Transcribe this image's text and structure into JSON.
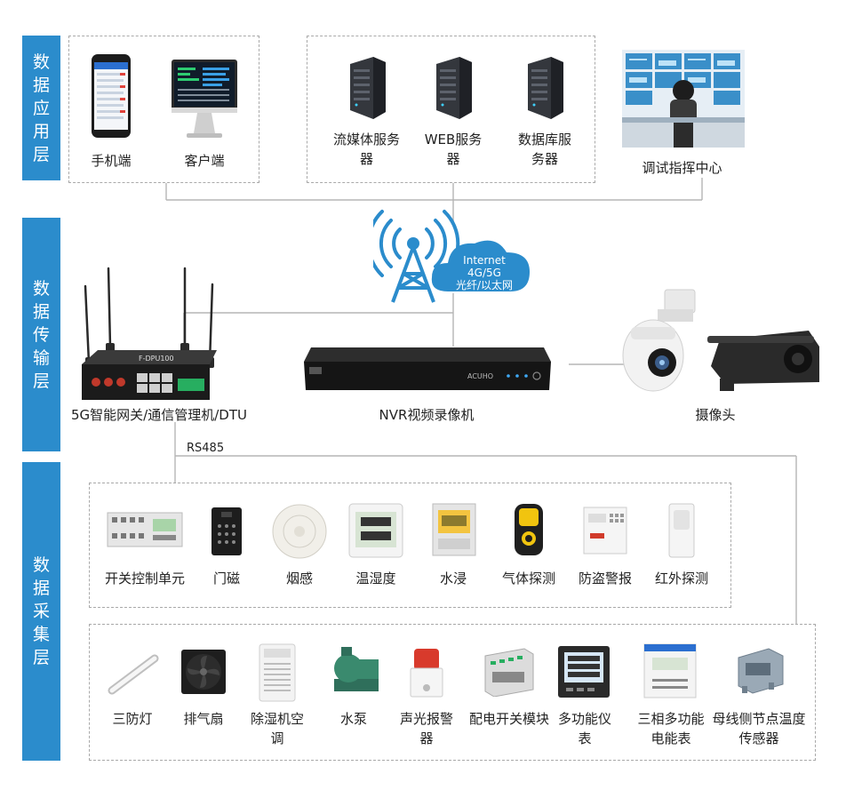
{
  "layers": {
    "application": "数据应用层",
    "transport": "数据传输层",
    "collection": "数据采集层"
  },
  "application": {
    "mobile": "手机端",
    "client": "客户端",
    "streaming_server": "流媒体服务器",
    "web_server": "WEB服务器",
    "db_server": "数据库服务器",
    "debug_center": "调试指挥中心"
  },
  "network": {
    "line1": "Internet",
    "line2": "4G/5G",
    "line3": "光纤/以太网"
  },
  "transport": {
    "gateway": "5G智能网关/通信管理机/DTU",
    "nvr": "NVR视频录像机",
    "camera": "摄像头",
    "rs485": "RS485",
    "router_brand": "F-DPU100",
    "nvr_brand": "ACUHO"
  },
  "sensors_row1": [
    "开关控制单元",
    "门磁",
    "烟感",
    "温湿度",
    "水浸",
    "气体探测",
    "防盗警报",
    "红外探测"
  ],
  "sensors_row2": [
    "三防灯",
    "排气扇",
    "除湿机空调",
    "水泵",
    "声光报警器",
    "配电开关模块",
    "多功能仪表",
    "三相多功能电能表",
    "母线侧节点温度传感器"
  ],
  "colors": {
    "accent": "#2b8ccc",
    "dash": "#a9a9a9"
  }
}
